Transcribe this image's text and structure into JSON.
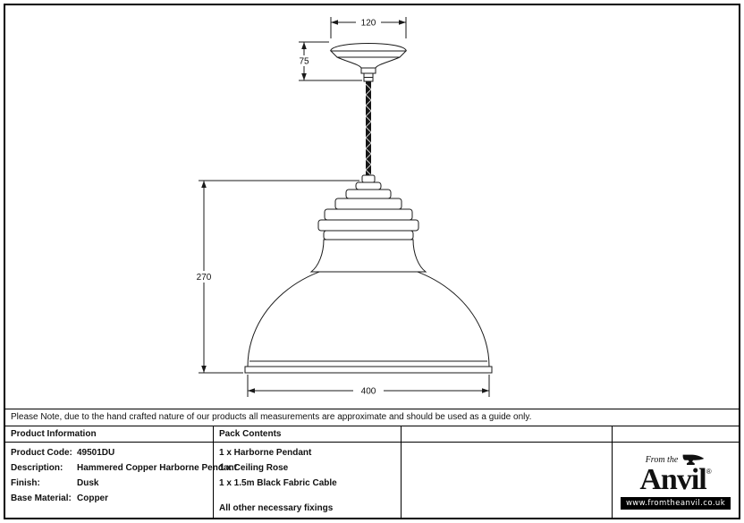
{
  "note": "Please Note, due to the hand crafted nature of our products all measurements are approximate and should be used as a guide only.",
  "drawing": {
    "dim_rose_width": "120",
    "dim_rose_height": "75",
    "dim_pendant_height": "270",
    "dim_shade_width": "400"
  },
  "table": {
    "product_info_header": "Product Information",
    "pack_contents_header": "Pack Contents",
    "rows": [
      {
        "label": "Product Code:",
        "value": "49501DU"
      },
      {
        "label": "Description:",
        "value": "Hammered Copper Harborne Pendant"
      },
      {
        "label": "Finish:",
        "value": "Dusk"
      },
      {
        "label": "Base Material:",
        "value": "Copper"
      }
    ],
    "pack_items": [
      "1 x Harborne Pendant",
      "1 x Ceiling Rose",
      "1 x 1.5m Black Fabric Cable"
    ],
    "pack_footer": "All other necessary fixings"
  },
  "logo": {
    "from_the": "From the",
    "brand": "Anvil",
    "registered": "®",
    "website": "www.fromtheanvil.co.uk"
  }
}
